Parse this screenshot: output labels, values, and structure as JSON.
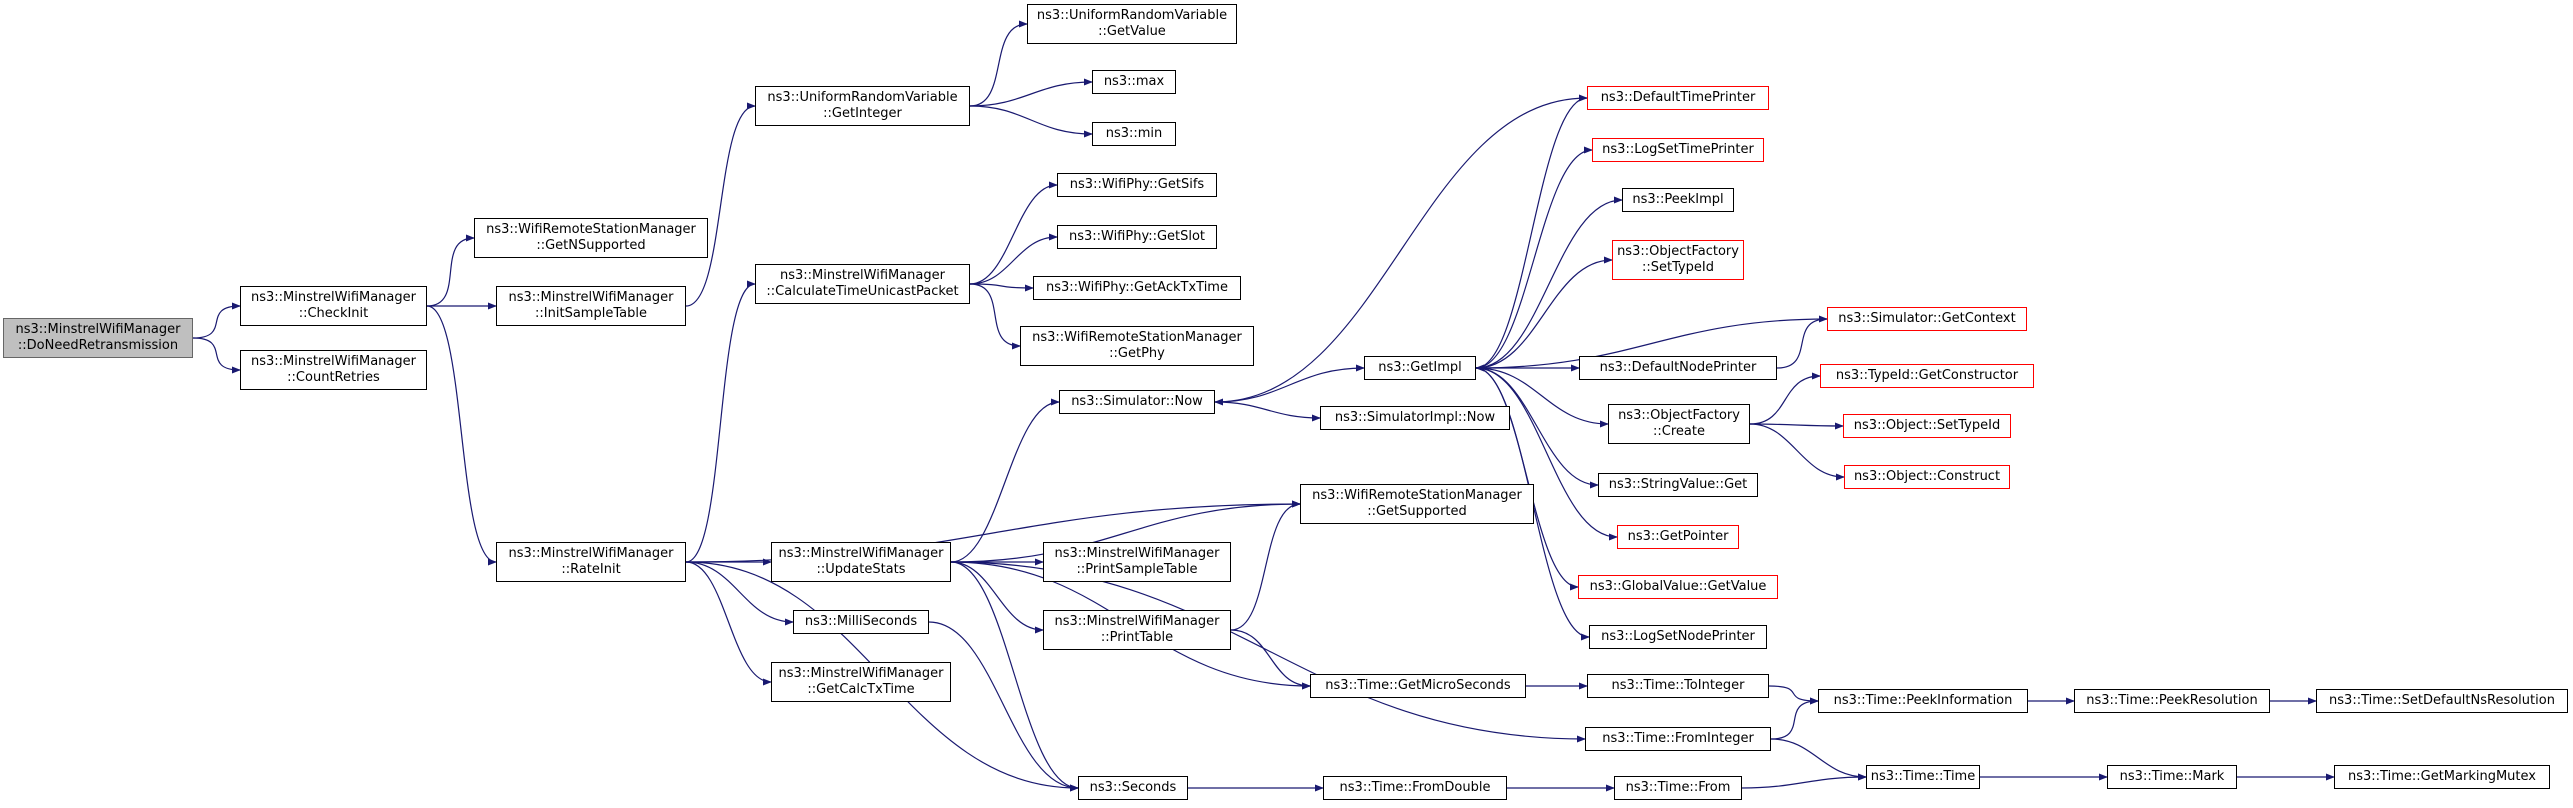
{
  "colors": {
    "edge": "#191970",
    "node_border": "#000000",
    "truncated_border": "#ff0000",
    "root_fill": "#bfbfbf"
  },
  "nodes": [
    {
      "id": "root",
      "lines": [
        "ns3::MinstrelWifiManager",
        "::DoNeedRetransmission"
      ],
      "style": "root"
    },
    {
      "id": "checkinit",
      "lines": [
        "ns3::MinstrelWifiManager",
        "::CheckInit"
      ],
      "style": "normal"
    },
    {
      "id": "countretries",
      "lines": [
        "ns3::MinstrelWifiManager",
        "::CountRetries"
      ],
      "style": "normal"
    },
    {
      "id": "getnsupported",
      "lines": [
        "ns3::WifiRemoteStationManager",
        "::GetNSupported"
      ],
      "style": "normal"
    },
    {
      "id": "initsample",
      "lines": [
        "ns3::MinstrelWifiManager",
        "::InitSampleTable"
      ],
      "style": "normal"
    },
    {
      "id": "rateinit",
      "lines": [
        "ns3::MinstrelWifiManager",
        "::RateInit"
      ],
      "style": "normal"
    },
    {
      "id": "urvgetint",
      "lines": [
        "ns3::UniformRandomVariable",
        "::GetInteger"
      ],
      "style": "normal"
    },
    {
      "id": "calctime",
      "lines": [
        "ns3::MinstrelWifiManager",
        "::CalculateTimeUnicastPacket"
      ],
      "style": "normal"
    },
    {
      "id": "updatestats",
      "lines": [
        "ns3::MinstrelWifiManager",
        "::UpdateStats"
      ],
      "style": "normal"
    },
    {
      "id": "milliseconds",
      "lines": [
        "ns3::MilliSeconds"
      ],
      "style": "normal"
    },
    {
      "id": "getcalctx",
      "lines": [
        "ns3::MinstrelWifiManager",
        "::GetCalcTxTime"
      ],
      "style": "normal"
    },
    {
      "id": "seconds",
      "lines": [
        "ns3::Seconds"
      ],
      "style": "normal"
    },
    {
      "id": "urvgetval",
      "lines": [
        "ns3::UniformRandomVariable",
        "::GetValue"
      ],
      "style": "normal"
    },
    {
      "id": "max",
      "lines": [
        "ns3::max"
      ],
      "style": "normal"
    },
    {
      "id": "min",
      "lines": [
        "ns3::min"
      ],
      "style": "normal"
    },
    {
      "id": "getsifs",
      "lines": [
        "ns3::WifiPhy::GetSifs"
      ],
      "style": "normal"
    },
    {
      "id": "getslot",
      "lines": [
        "ns3::WifiPhy::GetSlot"
      ],
      "style": "normal"
    },
    {
      "id": "getacktx",
      "lines": [
        "ns3::WifiPhy::GetAckTxTime"
      ],
      "style": "normal"
    },
    {
      "id": "getphy",
      "lines": [
        "ns3::WifiRemoteStationManager",
        "::GetPhy"
      ],
      "style": "normal"
    },
    {
      "id": "simnow",
      "lines": [
        "ns3::Simulator::Now"
      ],
      "style": "normal"
    },
    {
      "id": "getsupported",
      "lines": [
        "ns3::WifiRemoteStationManager",
        "::GetSupported"
      ],
      "style": "normal"
    },
    {
      "id": "printsample",
      "lines": [
        "ns3::MinstrelWifiManager",
        "::PrintSampleTable"
      ],
      "style": "normal"
    },
    {
      "id": "printtable",
      "lines": [
        "ns3::MinstrelWifiManager",
        "::PrintTable"
      ],
      "style": "normal"
    },
    {
      "id": "getmicro",
      "lines": [
        "ns3::Time::GetMicroSeconds"
      ],
      "style": "normal"
    },
    {
      "id": "fromdouble",
      "lines": [
        "ns3::Time::FromDouble"
      ],
      "style": "normal"
    },
    {
      "id": "getimpl",
      "lines": [
        "ns3::GetImpl"
      ],
      "style": "normal"
    },
    {
      "id": "simimplnow",
      "lines": [
        "ns3::SimulatorImpl::Now"
      ],
      "style": "normal"
    },
    {
      "id": "deftimeprinter",
      "lines": [
        "ns3::DefaultTimePrinter"
      ],
      "style": "red"
    },
    {
      "id": "logsettime",
      "lines": [
        "ns3::LogSetTimePrinter"
      ],
      "style": "red"
    },
    {
      "id": "peekimpl",
      "lines": [
        "ns3::PeekImpl"
      ],
      "style": "normal"
    },
    {
      "id": "ofsettypeid",
      "lines": [
        "ns3::ObjectFactory",
        "::SetTypeId"
      ],
      "style": "red"
    },
    {
      "id": "defnodeprinter",
      "lines": [
        "ns3::DefaultNodePrinter"
      ],
      "style": "normal"
    },
    {
      "id": "ofcreate",
      "lines": [
        "ns3::ObjectFactory",
        "::Create"
      ],
      "style": "normal"
    },
    {
      "id": "strvalget",
      "lines": [
        "ns3::StringValue::Get"
      ],
      "style": "normal"
    },
    {
      "id": "getpointer",
      "lines": [
        "ns3::GetPointer"
      ],
      "style": "red"
    },
    {
      "id": "gvgetvalue",
      "lines": [
        "ns3::GlobalValue::GetValue"
      ],
      "style": "red"
    },
    {
      "id": "logsetnode",
      "lines": [
        "ns3::LogSetNodePrinter"
      ],
      "style": "normal"
    },
    {
      "id": "timetoint",
      "lines": [
        "ns3::Time::ToInteger"
      ],
      "style": "normal"
    },
    {
      "id": "timefromint",
      "lines": [
        "ns3::Time::FromInteger"
      ],
      "style": "normal"
    },
    {
      "id": "timefrom",
      "lines": [
        "ns3::Time::From"
      ],
      "style": "normal"
    },
    {
      "id": "simgetcontext",
      "lines": [
        "ns3::Simulator::GetContext"
      ],
      "style": "red"
    },
    {
      "id": "typeidgetctor",
      "lines": [
        "ns3::TypeId::GetConstructor"
      ],
      "style": "red"
    },
    {
      "id": "objsettypeid",
      "lines": [
        "ns3::Object::SetTypeId"
      ],
      "style": "red"
    },
    {
      "id": "objconstruct",
      "lines": [
        "ns3::Object::Construct"
      ],
      "style": "red"
    },
    {
      "id": "peekinfo",
      "lines": [
        "ns3::Time::PeekInformation"
      ],
      "style": "normal"
    },
    {
      "id": "timetime",
      "lines": [
        "ns3::Time::Time"
      ],
      "style": "normal"
    },
    {
      "id": "peekres",
      "lines": [
        "ns3::Time::PeekResolution"
      ],
      "style": "normal"
    },
    {
      "id": "timemark",
      "lines": [
        "ns3::Time::Mark"
      ],
      "style": "normal"
    },
    {
      "id": "setdefres",
      "lines": [
        "ns3::Time::SetDefaultNsResolution"
      ],
      "style": "normal"
    },
    {
      "id": "getmarkmutex",
      "lines": [
        "ns3::Time::GetMarkingMutex"
      ],
      "style": "normal"
    }
  ],
  "edges": [
    [
      "root",
      "checkinit"
    ],
    [
      "root",
      "countretries"
    ],
    [
      "checkinit",
      "getnsupported"
    ],
    [
      "checkinit",
      "initsample"
    ],
    [
      "checkinit",
      "rateinit"
    ],
    [
      "initsample",
      "urvgetint"
    ],
    [
      "urvgetint",
      "urvgetval"
    ],
    [
      "urvgetint",
      "max"
    ],
    [
      "urvgetint",
      "min"
    ],
    [
      "rateinit",
      "calctime"
    ],
    [
      "rateinit",
      "getsupported"
    ],
    [
      "rateinit",
      "updatestats"
    ],
    [
      "rateinit",
      "milliseconds"
    ],
    [
      "rateinit",
      "getcalctx"
    ],
    [
      "rateinit",
      "seconds"
    ],
    [
      "calctime",
      "getsifs"
    ],
    [
      "calctime",
      "getslot"
    ],
    [
      "calctime",
      "getacktx"
    ],
    [
      "calctime",
      "getphy"
    ],
    [
      "updatestats",
      "simnow"
    ],
    [
      "updatestats",
      "getsupported"
    ],
    [
      "updatestats",
      "printsample"
    ],
    [
      "updatestats",
      "printtable"
    ],
    [
      "updatestats",
      "getmicro"
    ],
    [
      "updatestats",
      "seconds"
    ],
    [
      "updatestats",
      "timefromint"
    ],
    [
      "milliseconds",
      "seconds"
    ],
    [
      "printtable",
      "getsupported"
    ],
    [
      "printtable",
      "getmicro"
    ],
    [
      "simnow",
      "getimpl"
    ],
    [
      "simnow",
      "simimplnow"
    ],
    [
      "getimpl",
      "deftimeprinter"
    ],
    [
      "getimpl",
      "logsettime"
    ],
    [
      "getimpl",
      "peekimpl"
    ],
    [
      "getimpl",
      "ofsettypeid"
    ],
    [
      "getimpl",
      "defnodeprinter"
    ],
    [
      "getimpl",
      "ofcreate"
    ],
    [
      "getimpl",
      "strvalget"
    ],
    [
      "getimpl",
      "getpointer"
    ],
    [
      "getimpl",
      "gvgetvalue"
    ],
    [
      "getimpl",
      "logsetnode"
    ],
    [
      "deftimeprinter",
      "simnow"
    ],
    [
      "simgetcontext",
      "getimpl"
    ],
    [
      "defnodeprinter",
      "simgetcontext"
    ],
    [
      "ofcreate",
      "typeidgetctor"
    ],
    [
      "ofcreate",
      "objsettypeid"
    ],
    [
      "ofcreate",
      "objconstruct"
    ],
    [
      "getmicro",
      "timetoint"
    ],
    [
      "timetoint",
      "peekinfo"
    ],
    [
      "timefromint",
      "peekinfo"
    ],
    [
      "timefromint",
      "timetime"
    ],
    [
      "seconds",
      "fromdouble"
    ],
    [
      "fromdouble",
      "timefrom"
    ],
    [
      "timefrom",
      "timetime"
    ],
    [
      "peekinfo",
      "peekres"
    ],
    [
      "peekres",
      "setdefres"
    ],
    [
      "timetime",
      "timemark"
    ],
    [
      "timemark",
      "getmarkmutex"
    ]
  ]
}
